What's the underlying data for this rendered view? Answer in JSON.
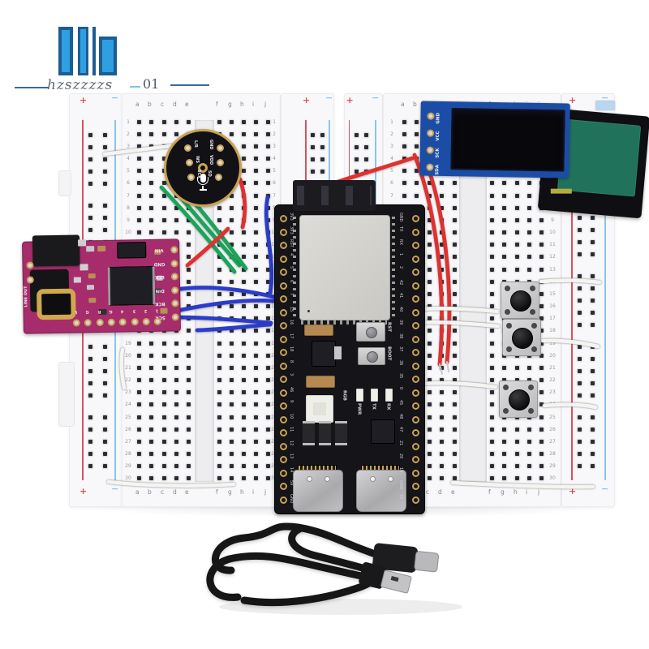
{
  "watermark": {
    "title": "hzszzzzs",
    "code": "01"
  },
  "breadboard": {
    "left_column_labels": [
      "a",
      "b",
      "c",
      "d",
      "e"
    ],
    "right_column_labels": [
      "f",
      "g",
      "h",
      "i",
      "j"
    ],
    "row_count": 30,
    "plus_symbol": "+",
    "minus_symbol": "−"
  },
  "mic": {
    "left_pins": [
      "L/R",
      "WS",
      "SCK"
    ],
    "right_pins": [
      "GND",
      "VDD",
      "SD"
    ]
  },
  "oled": {
    "pins": [
      "GND",
      "VCC",
      "SCK",
      "SDA"
    ]
  },
  "esp32": {
    "left_pins": [
      "3V3",
      "3V3",
      "RST",
      "4",
      "5",
      "6",
      "7",
      "15",
      "16",
      "17",
      "18",
      "8",
      "3",
      "46",
      "9",
      "10",
      "11",
      "12",
      "13",
      "14",
      "5V",
      "GND"
    ],
    "right_pins": [
      "GND",
      "TX",
      "RX",
      "1",
      "2",
      "42",
      "41",
      "40",
      "39",
      "38",
      "37",
      "36",
      "35",
      "0",
      "45",
      "48",
      "47",
      "21",
      "20",
      "19",
      "GND",
      "5V"
    ],
    "reset_label": "RST",
    "boot_label": "BOOT",
    "rgb_label": "RGB",
    "led_labels": [
      "PWR",
      "TX",
      "RX"
    ]
  },
  "dac": {
    "right_pins": [
      "VIN",
      "GND",
      "LCK",
      "DIN",
      "BCK",
      "SCK"
    ],
    "bottom_pins": [
      "L",
      "G",
      "R",
      "G",
      "4",
      "3",
      "2",
      "1"
    ],
    "side_label": "LINE OUT"
  },
  "colors": {
    "wire_red": "#df3130",
    "wire_green": "#1aa45a",
    "wire_blue": "#2b3cc9",
    "wire_white": "#f4f4f1",
    "rail_red": "#d9505e",
    "rail_blue": "#8cc5e9",
    "oled_pcb": "#1c4da6",
    "oled_back": "#20725a",
    "dac_pcb": "#a62c6c",
    "esp_pcb": "#141419",
    "gold": "#c8a250",
    "cable_black": "#161616"
  }
}
